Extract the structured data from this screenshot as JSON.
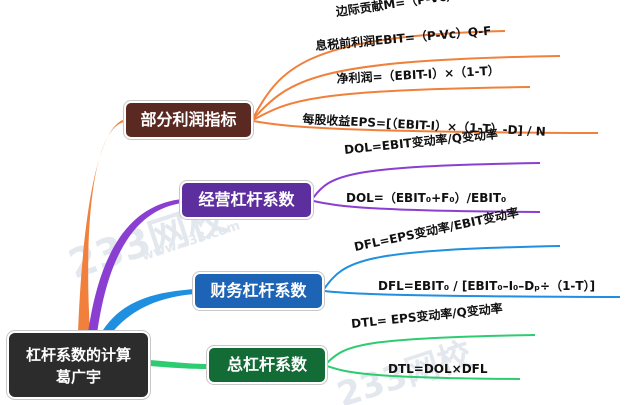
{
  "root": {
    "line1": "杠杆系数的计算",
    "line2": "葛广宇"
  },
  "branches": [
    {
      "label": "部分利润指标",
      "color": "#f0803c",
      "leaves": [
        "边际贡献M=（P-Vc）Q",
        "息税前利润EBIT=（P-Vc）Q-F",
        "净利润=（EBIT-I）×（1-T）",
        "每股收益EPS=[（EBIT-I）×（1-T）-D] / N"
      ]
    },
    {
      "label": "经营杠杆系数",
      "color": "#8a3fd1",
      "leaves": [
        "DOL=EBIT变动率/Q变动率",
        "DOL=（EBIT₀+F₀）/EBIT₀"
      ]
    },
    {
      "label": "财务杠杆系数",
      "color": "#1f8fe0",
      "leaves": [
        "DFL=EPS变动率/EBIT变动率",
        "DFL=EBIT₀ / [EBIT₀–I₀–Dₚ÷（1-T）]"
      ]
    },
    {
      "label": "总杠杆系数",
      "color": "#2ecc71",
      "leaves": [
        "DTL= EPS变动率/Q变动率",
        "DTL=DOL×DFL"
      ]
    }
  ],
  "watermarks": [
    "233网校",
    "www.233.com"
  ]
}
